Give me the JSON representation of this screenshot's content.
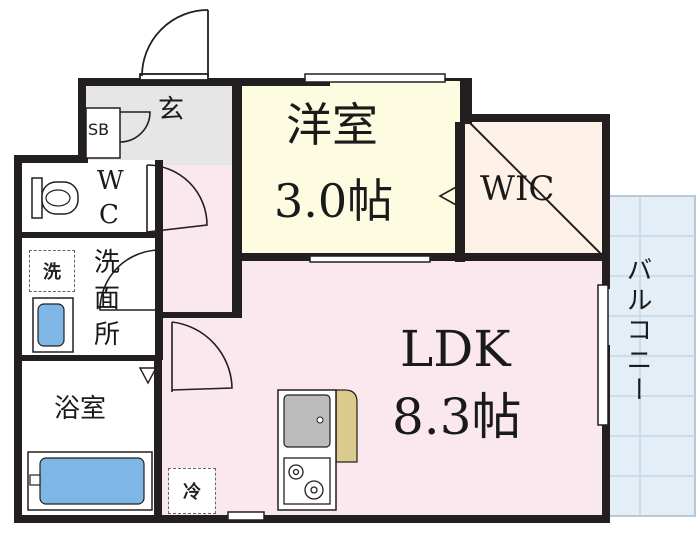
{
  "colors": {
    "wall": "#231f20",
    "ldk_floor": "#fbe8ef",
    "western_floor": "#fdfce0",
    "wic_floor": "#fdf1e8",
    "entrance_floor": "#e6e6e6",
    "wet_floor": "#ffffff",
    "balcony_fill": "#e4eef7",
    "bath_tub": "#7eb7e6",
    "counter": "#dcc98e"
  },
  "rooms": {
    "entrance": {
      "label": "玄"
    },
    "shoe_box": {
      "label": "SB"
    },
    "western": {
      "name": "洋室",
      "size": "3.0帖"
    },
    "wic": {
      "label": "WIC"
    },
    "wc": {
      "line1": "W",
      "line2": "C"
    },
    "washroom": {
      "c1": "洗",
      "c2": "面",
      "c3": "所"
    },
    "washer_place": {
      "label": "洗"
    },
    "bathroom": {
      "label": "浴室"
    },
    "ldk": {
      "name": "LDK",
      "size": "8.3帖"
    },
    "fridge": {
      "label": "冷"
    },
    "balcony": {
      "label": "バルコニー"
    }
  },
  "icons": [
    "toilet-icon",
    "washbasin-icon",
    "bathtub-icon",
    "sink-icon",
    "stove-icon",
    "door-swing-icon"
  ]
}
